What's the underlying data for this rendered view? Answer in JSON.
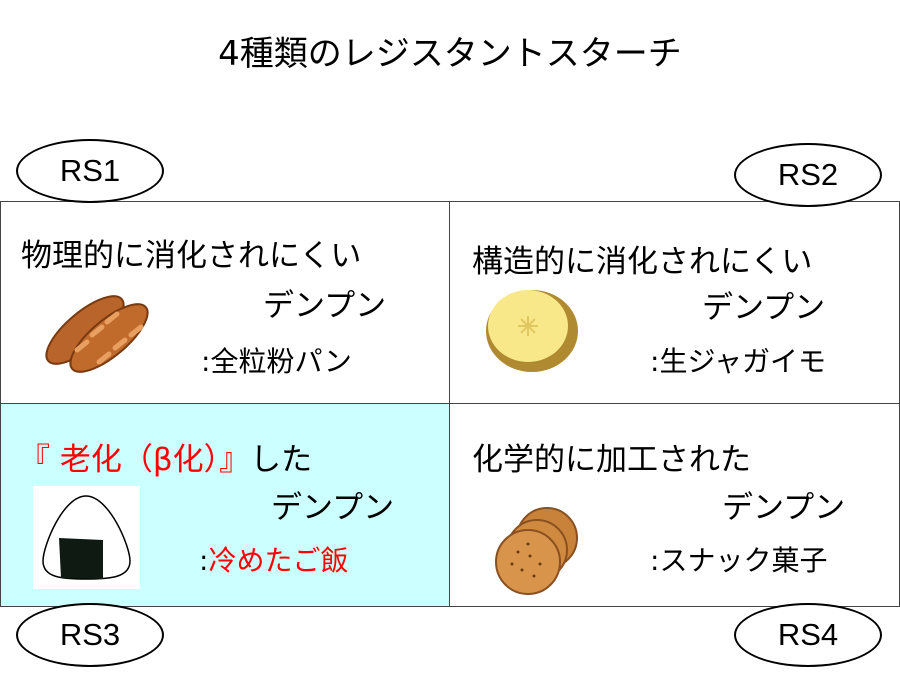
{
  "title": "4種類のレジスタントスターチ",
  "cells": [
    {
      "label": "RS1",
      "line1": "物理的に消化されにくい",
      "line2": "デンプン",
      "example_prefix": ":",
      "example": "全粒粉パン",
      "icon": "bread-icon"
    },
    {
      "label": "RS2",
      "line1": "構造的に消化されにくい",
      "line2": "デンプン",
      "example_prefix": ":",
      "example": "生ジャガイモ",
      "icon": "potato-icon"
    },
    {
      "label": "RS3",
      "line1_red": "『 老化（β化）』",
      "line1": "した",
      "line2": "デンプン",
      "example_prefix": ":",
      "example": "冷めたご飯",
      "icon": "rice-ball-icon"
    },
    {
      "label": "RS4",
      "line1": "化学的に加工された",
      "line2": "デンプン",
      "example_prefix": ":",
      "example": "スナック菓子",
      "icon": "crackers-icon"
    }
  ],
  "colors": {
    "highlight_bg": "#ccffff",
    "accent_red": "#ff0000"
  }
}
